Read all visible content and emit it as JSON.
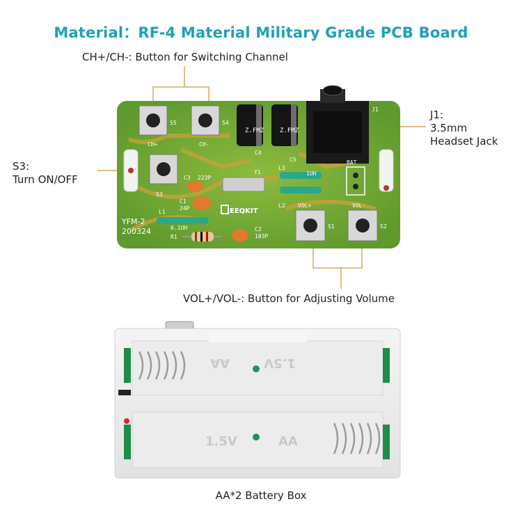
{
  "title": "Material：RF-4 Material Military Grade PCB Board",
  "callouts": {
    "channel": "CH+/CH-: Button for Switching Channel",
    "jack_line1": "J1:",
    "jack_line2": "3.5mm",
    "jack_line3": "Headset Jack",
    "power_line1": "S3:",
    "power_line2": "Turn ON/OFF",
    "volume": "VOL+/VOL-: Button for Adjusting Volume",
    "battery": "AA*2 Battery Box"
  },
  "pcb_silkscreen": {
    "s5": "S5",
    "s4": "S4",
    "ch_plus": "CH+",
    "ch_minus": "CH-",
    "s3": "S3",
    "c3": "C3",
    "c3_val": "223P",
    "y1": "Y1",
    "l3": "L3",
    "l3_val": "1UH",
    "l2": "L2",
    "vol_plus": "VOL+",
    "vol_minus": "VOL-",
    "s1": "S1",
    "s2": "S2",
    "c1": "C1",
    "c1_val": "24P",
    "l1": "L1",
    "l1_val": "0.1UH",
    "r1": "R1",
    "c2": "C2",
    "c2_val": "103P",
    "c4": "C4",
    "c5": "C5",
    "j1": "J1",
    "bat": "BAT",
    "model": "YFM-2",
    "date": "200324",
    "brand": "EEQKIT",
    "cap_marking": "Z.FMZ"
  },
  "battery_box": {
    "cell1": "1.5V",
    "cell1_type": "AA",
    "cell2": "1.5V",
    "cell2_type": "AA"
  },
  "colors": {
    "title": "#1fa0b8",
    "pcb": "#7ab33a",
    "pcb_trace": "#c9a23a",
    "callout_line": "#d9a55a"
  }
}
